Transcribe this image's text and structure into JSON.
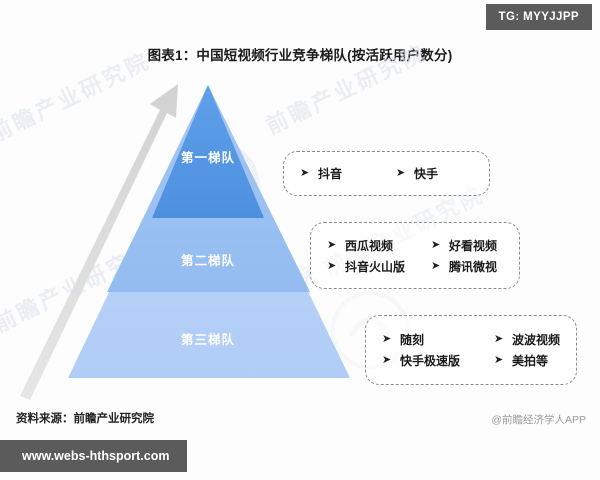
{
  "badge": {
    "text": "TG: MYYJJPP"
  },
  "url_bar": {
    "text": "www.webs-hthsport.com"
  },
  "chart": {
    "title": "图表1：中国短视频行业竞争梯队(按活跃用户数分)",
    "source_note": "资料来源：前瞻产业研究院",
    "attribution": "@前瞻经济学人APP"
  },
  "watermarks": {
    "w1": "前瞻产业研究院",
    "w2": "前瞻产业研究院",
    "w3": "前瞻产业研究院",
    "w4": "前瞻产业研究院",
    "w5": "前瞻产业研究院"
  },
  "pyramid": {
    "tiers": [
      {
        "label": "第一梯队",
        "color": "#5B9BE4"
      },
      {
        "label": "第二梯队",
        "color": "#9DC2F2"
      },
      {
        "label": "第三梯队",
        "color": "#B9D3F7"
      }
    ]
  },
  "callouts": [
    {
      "tier": "第一梯队",
      "rows": [
        [
          "抖音",
          "快手"
        ]
      ]
    },
    {
      "tier": "第二梯队",
      "rows": [
        [
          "西瓜视频",
          "好看视频"
        ],
        [
          "抖音火山版",
          "腾讯微视"
        ]
      ]
    },
    {
      "tier": "第三梯队",
      "rows": [
        [
          "随刻",
          "波波视频"
        ],
        [
          "快手极速版",
          "美拍等"
        ]
      ]
    }
  ],
  "chart_data": {
    "type": "pyramid",
    "title": "图表1：中国短视频行业竞争梯队(按活跃用户数分)",
    "metric": "活跃用户数",
    "levels": [
      {
        "name": "第一梯队",
        "members": [
          "抖音",
          "快手"
        ]
      },
      {
        "name": "第二梯队",
        "members": [
          "西瓜视频",
          "好看视频",
          "抖音火山版",
          "腾讯微视"
        ]
      },
      {
        "name": "第三梯队",
        "members": [
          "随刻",
          "波波视频",
          "快手极速版",
          "美拍等"
        ]
      }
    ],
    "direction_arrow": "向上增长",
    "legend": [],
    "xlabel": "",
    "ylabel": ""
  }
}
